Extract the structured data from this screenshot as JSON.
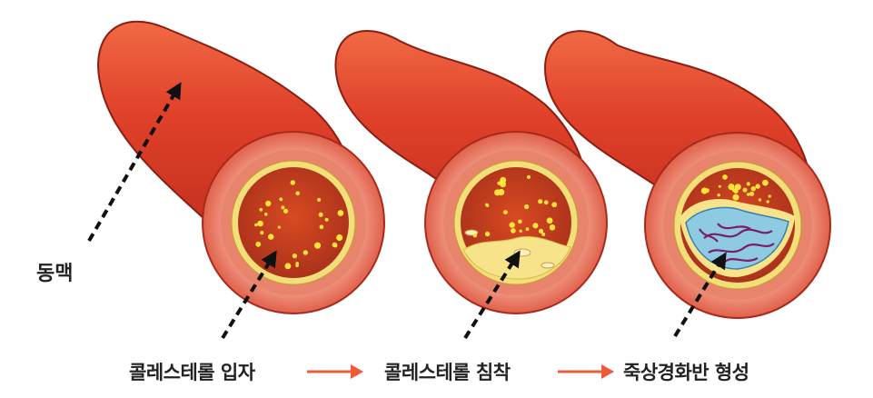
{
  "labels": {
    "artery": "동맥"
  },
  "steps": [
    {
      "label": "콜레스테롤 입자"
    },
    {
      "label": "콜레스테롤 침착"
    },
    {
      "label": "죽상경화반 형성"
    }
  ],
  "colors": {
    "vessel_outer": "#d9321f",
    "vessel_wall": "#ef8a78",
    "lumen": "#c63a1c",
    "intima": "#f3df7a",
    "particle": "#ffe23a",
    "plaque_blue": "#8ecbe3",
    "plaque_fiber": "#7a1e6a",
    "flow_arrow": "#ee5a3a",
    "pointer": "#111111"
  }
}
